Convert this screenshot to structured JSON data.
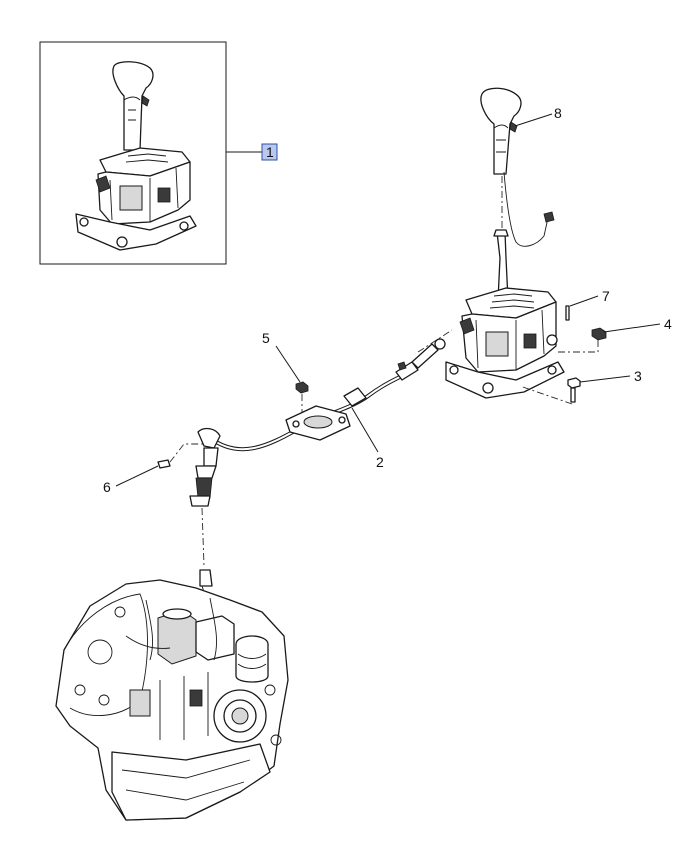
{
  "callouts": {
    "c1": "1",
    "c2": "2",
    "c3": "3",
    "c4": "4",
    "c5": "5",
    "c6": "6",
    "c7": "7",
    "c8": "8"
  },
  "colors": {
    "callout_highlight_fill": "#b8c8f0",
    "callout_highlight_stroke": "#3050a0",
    "line": "#1a1a1a"
  }
}
